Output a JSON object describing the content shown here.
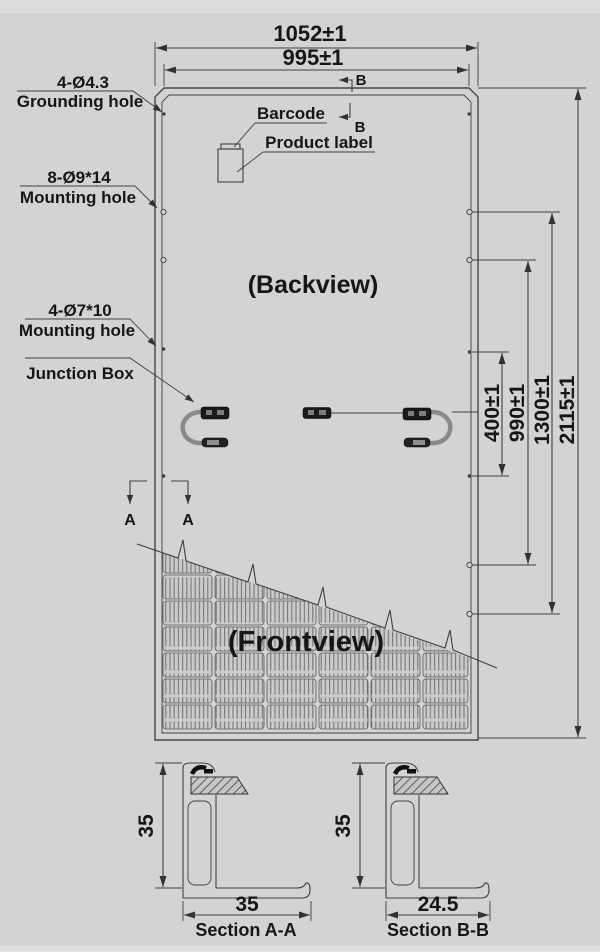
{
  "dimensions": {
    "overall_width": "1052±1",
    "glass_width": "995±1",
    "jbox_hole_spacing": "400±1",
    "mount_inner_spacing": "990±1",
    "mount_outer_spacing": "1300±1",
    "overall_height": "2115±1"
  },
  "callouts": {
    "grounding": {
      "spec": "4-Ø4.3",
      "name": "Grounding hole"
    },
    "mounting_large": {
      "spec": "8-Ø9*14",
      "name": "Mounting hole"
    },
    "mounting_small": {
      "spec": "4-Ø7*10",
      "name": "Mounting hole"
    },
    "junction_box": "Junction Box",
    "barcode": "Barcode",
    "product_label": "Product label"
  },
  "views": {
    "back": "(Backview)",
    "front": "(Frontview)"
  },
  "markers": {
    "a": "A",
    "b": "B"
  },
  "sections": {
    "aa": {
      "title": "Section A-A",
      "height": "35",
      "width": "35"
    },
    "bb": {
      "title": "Section B-B",
      "height": "35",
      "width": "24.5"
    }
  },
  "colors": {
    "background": "#d3d3d3",
    "line": "#3f3f3f",
    "text": "#161616",
    "cable": "#8a8a8a",
    "junction_box": "#1a1a1a"
  }
}
